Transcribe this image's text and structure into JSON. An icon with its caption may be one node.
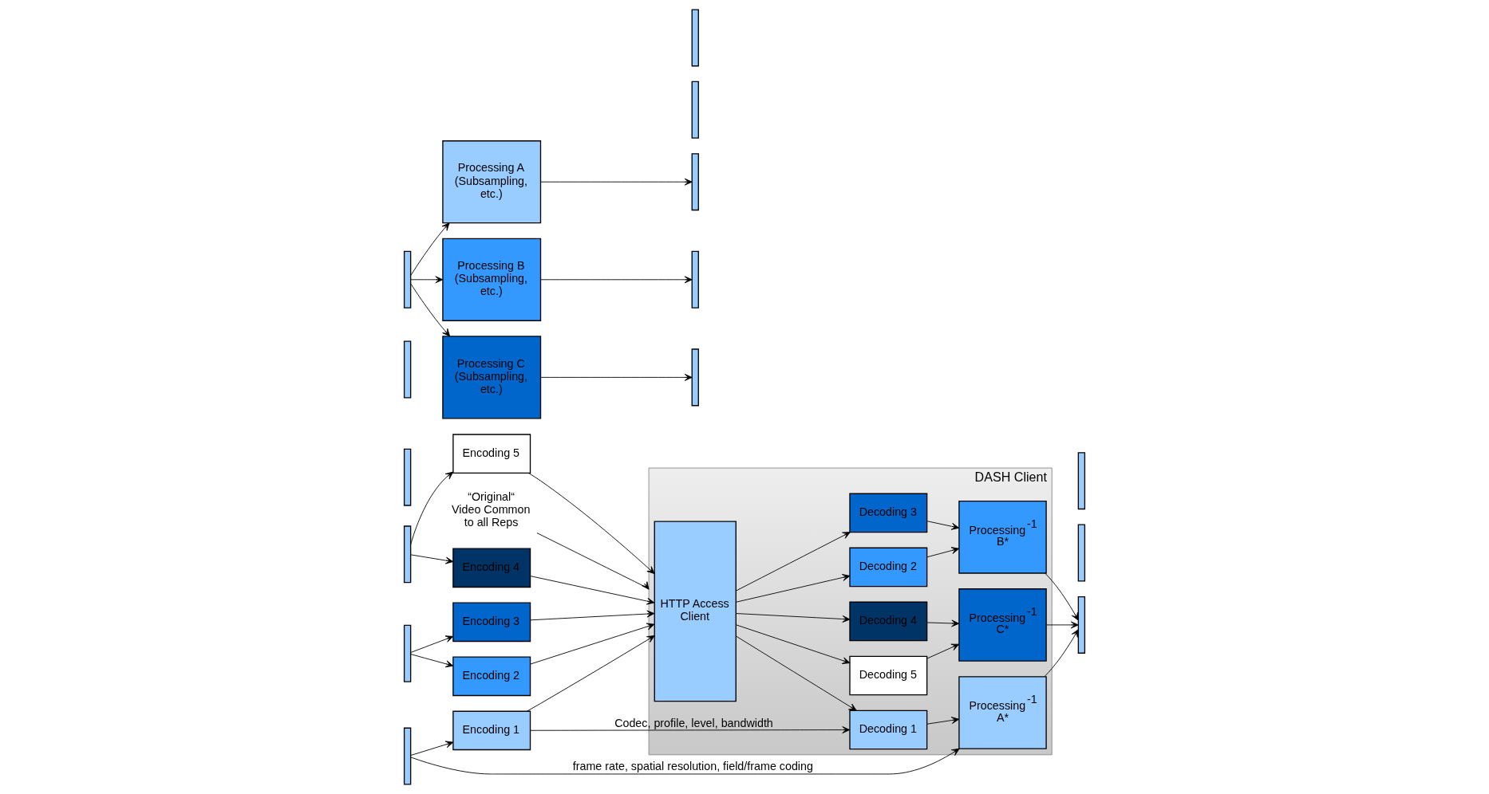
{
  "diagram": {
    "nodes": [
      {
        "text": [
          "“Original“ Video Common to all Reps"
        ]
      },
      {
        "text": [],
        "shape": "bar"
      },
      {
        "text": [],
        "shape": "bar"
      },
      {
        "text": [],
        "shape": "bar"
      },
      {
        "text": [
          "Processing A (Subsampling, etc.)"
        ]
      },
      {
        "text": [
          "Processing B (Subsampling, etc.)"
        ]
      },
      {
        "text": [
          "Processing C (Subsampling, etc.)"
        ]
      },
      {
        "text": [],
        "shape": "bar"
      },
      {
        "text": [],
        "shape": "bar"
      },
      {
        "text": [],
        "shape": "bar"
      },
      {
        "text": [],
        "shape": "bar"
      },
      {
        "text": [],
        "shape": "bar"
      },
      {
        "text": [],
        "shape": "bar"
      },
      {
        "text": [],
        "shape": "bar"
      },
      {
        "text": [],
        "shape": "bar"
      },
      {
        "text": [
          "Encoding 1"
        ]
      },
      {
        "text": [
          "Encoding 2"
        ]
      },
      {
        "text": [
          "Encoding 3"
        ]
      },
      {
        "text": [
          "Encoding 4"
        ]
      },
      {
        "text": [
          "Encoding 5"
        ]
      },
      {
        "text": [
          "DASH Client"
        ]
      },
      {
        "text": [
          "HTTP Access Client"
        ],
        "in": 20
      },
      {
        "text": [
          "Decoding 1"
        ],
        "in": 20
      },
      {
        "text": [
          "Decoding 2"
        ],
        "in": 20
      },
      {
        "text": [
          "Decoding 3"
        ],
        "in": 20
      },
      {
        "text": [
          "Decoding 4"
        ],
        "in": 20
      },
      {
        "text": [
          "Decoding 5"
        ],
        "in": 20
      },
      {
        "text": [
          "Processing$^{-1}$ A*"
        ],
        "in": 20
      },
      {
        "text": [
          "Processing$^{-1}$ B*"
        ],
        "in": 20
      },
      {
        "text": [
          "Processing$^{-1}$ C*"
        ],
        "in": 20
      },
      {
        "text": [],
        "shape": "bar"
      },
      {
        "text": [],
        "shape": "bar"
      },
      {
        "text": [],
        "shape": "bar"
      }
    ],
    "edges": [
      {
        "from": 0,
        "to": 20,
        "arrow": "to"
      },
      {
        "from": 3,
        "to": 4,
        "arrow": "to"
      },
      {
        "from": 3,
        "to": 5,
        "arrow": "to"
      },
      {
        "from": 3,
        "to": 6,
        "arrow": "to"
      },
      {
        "from": 4,
        "to": 7,
        "arrow": "to"
      },
      {
        "from": 5,
        "to": 9,
        "arrow": "to"
      },
      {
        "from": 6,
        "to": 12,
        "arrow": "to"
      },
      {
        "from": 8,
        "to": 15,
        "arrow": "to"
      },
      {
        "from": 8,
        "to": 27,
        "arrow": "to",
        "label": "frame rate, spatial resolution, field/frame coding"
      },
      {
        "from": 11,
        "to": 16,
        "arrow": "to"
      },
      {
        "from": 11,
        "to": 17,
        "arrow": "to"
      },
      {
        "from": 14,
        "to": 18,
        "arrow": "to"
      },
      {
        "from": 14,
        "to": 19,
        "arrow": "to"
      },
      {
        "from": 15,
        "to": 22,
        "arrow": "to",
        "label": "Codec, profile, level, bandwidth"
      },
      {
        "from": 15,
        "to": 21,
        "arrow": "to"
      },
      {
        "from": 16,
        "to": 21,
        "arrow": "to"
      },
      {
        "from": 17,
        "to": 21,
        "arrow": "to"
      },
      {
        "from": 18,
        "to": 21,
        "arrow": "to"
      },
      {
        "from": 19,
        "to": 21,
        "arrow": "to"
      },
      {
        "from": 21,
        "to": 22,
        "arrow": "to"
      },
      {
        "from": 21,
        "to": 23,
        "arrow": "to"
      },
      {
        "from": 21,
        "to": 24,
        "arrow": "to"
      },
      {
        "from": 21,
        "to": 25,
        "arrow": "to"
      },
      {
        "from": 21,
        "to": 26,
        "arrow": "to"
      },
      {
        "from": 22,
        "to": 27,
        "arrow": "to"
      },
      {
        "from": 23,
        "to": 28,
        "arrow": "to"
      },
      {
        "from": 24,
        "to": 28,
        "arrow": "to"
      },
      {
        "from": 25,
        "to": 29,
        "arrow": "to"
      },
      {
        "from": 26,
        "to": 29,
        "arrow": "to"
      },
      {
        "from": 27,
        "to": 30,
        "arrow": "to"
      },
      {
        "from": 28,
        "to": 30,
        "arrow": "to"
      },
      {
        "from": 29,
        "to": 30,
        "arrow": "to"
      }
    ]
  }
}
